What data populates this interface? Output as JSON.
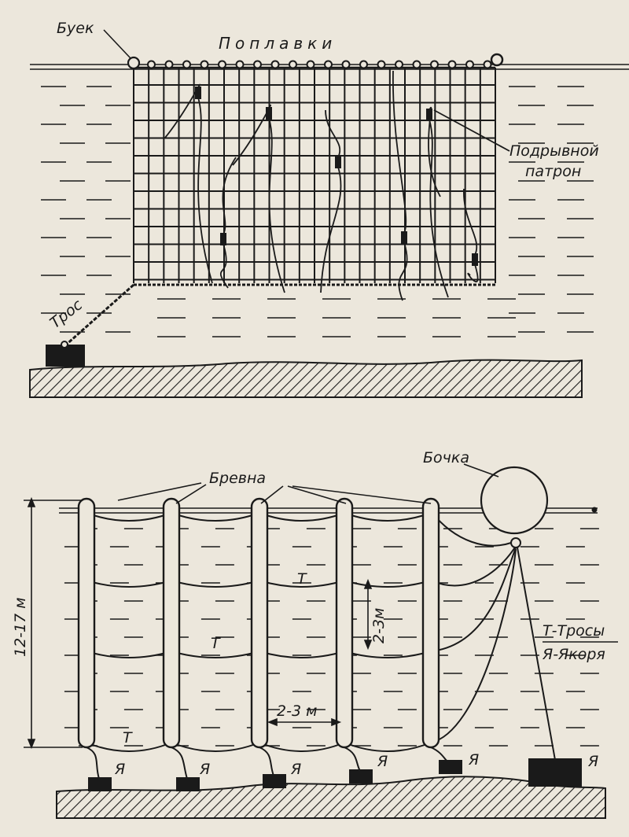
{
  "top_diagram": {
    "buoy_label": "Буек",
    "floats_label": "Поплавки",
    "charge_label_line1": "Подрывной",
    "charge_label_line2": "патрон",
    "cable_label": "Трос"
  },
  "bottom_diagram": {
    "logs_label": "Бревна",
    "barrel_label": "Бочка",
    "depth_label": "12-17 м",
    "vertical_spacing_label": "2-3 м",
    "horizontal_spacing_label": "2-3м",
    "cable_marks": [
      "Т",
      "Т",
      "Т"
    ],
    "anchor_marks": [
      "Я",
      "Я",
      "Я",
      "Я",
      "Я",
      "Я"
    ],
    "legend_cables": "Т-Тросы",
    "legend_anchors": "Я-Якоря"
  }
}
